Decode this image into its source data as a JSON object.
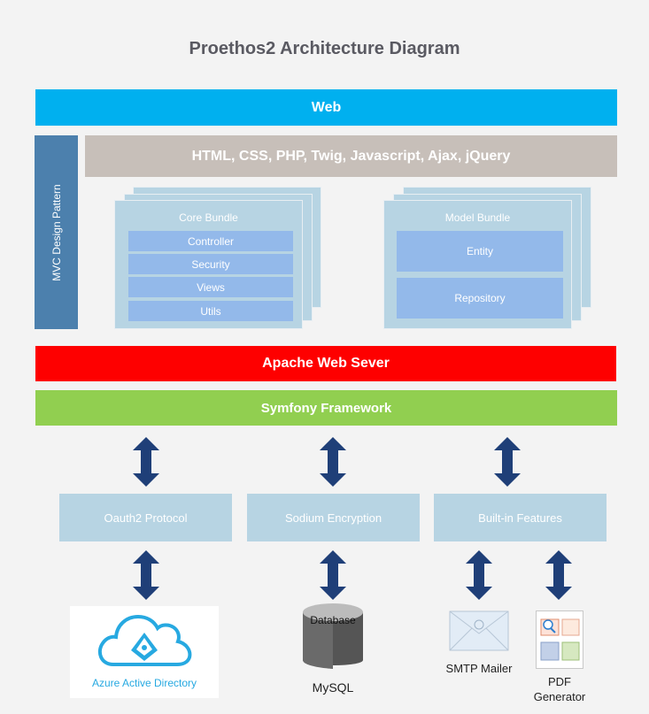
{
  "title": "Proethos2 Architecture Diagram",
  "web_label": "Web",
  "tech_label": "HTML, CSS, PHP, Twig, Javascript, Ajax, jQuery",
  "mvc_label": "MVC Design Pattern",
  "core_bundle": {
    "title": "Core Bundle",
    "items": [
      "Controller",
      "Security",
      "Views",
      "Utils"
    ]
  },
  "model_bundle": {
    "title": "Model Bundle",
    "items": [
      "Entity",
      "Repository"
    ]
  },
  "apache_label": "Apache Web Sever",
  "symfony_label": "Symfony Framework",
  "features": [
    "Oauth2 Protocol",
    "Sodium Encryption",
    "Built-in Features"
  ],
  "externals": {
    "azure_label": "Azure Active Directory",
    "db_label": "Database",
    "mysql_label": "MySQL",
    "smtp_label": "SMTP Mailer",
    "pdf_label": "PDF Generator"
  },
  "colors": {
    "web": "#00b0ef",
    "tech": "#c7bfb9",
    "mvc": "#4c80ad",
    "bundle": "#b7d4e3",
    "bundle_item": "#93b9ea",
    "apache": "#fe0000",
    "symfony": "#91cf50",
    "arrow": "#1f3f78"
  }
}
